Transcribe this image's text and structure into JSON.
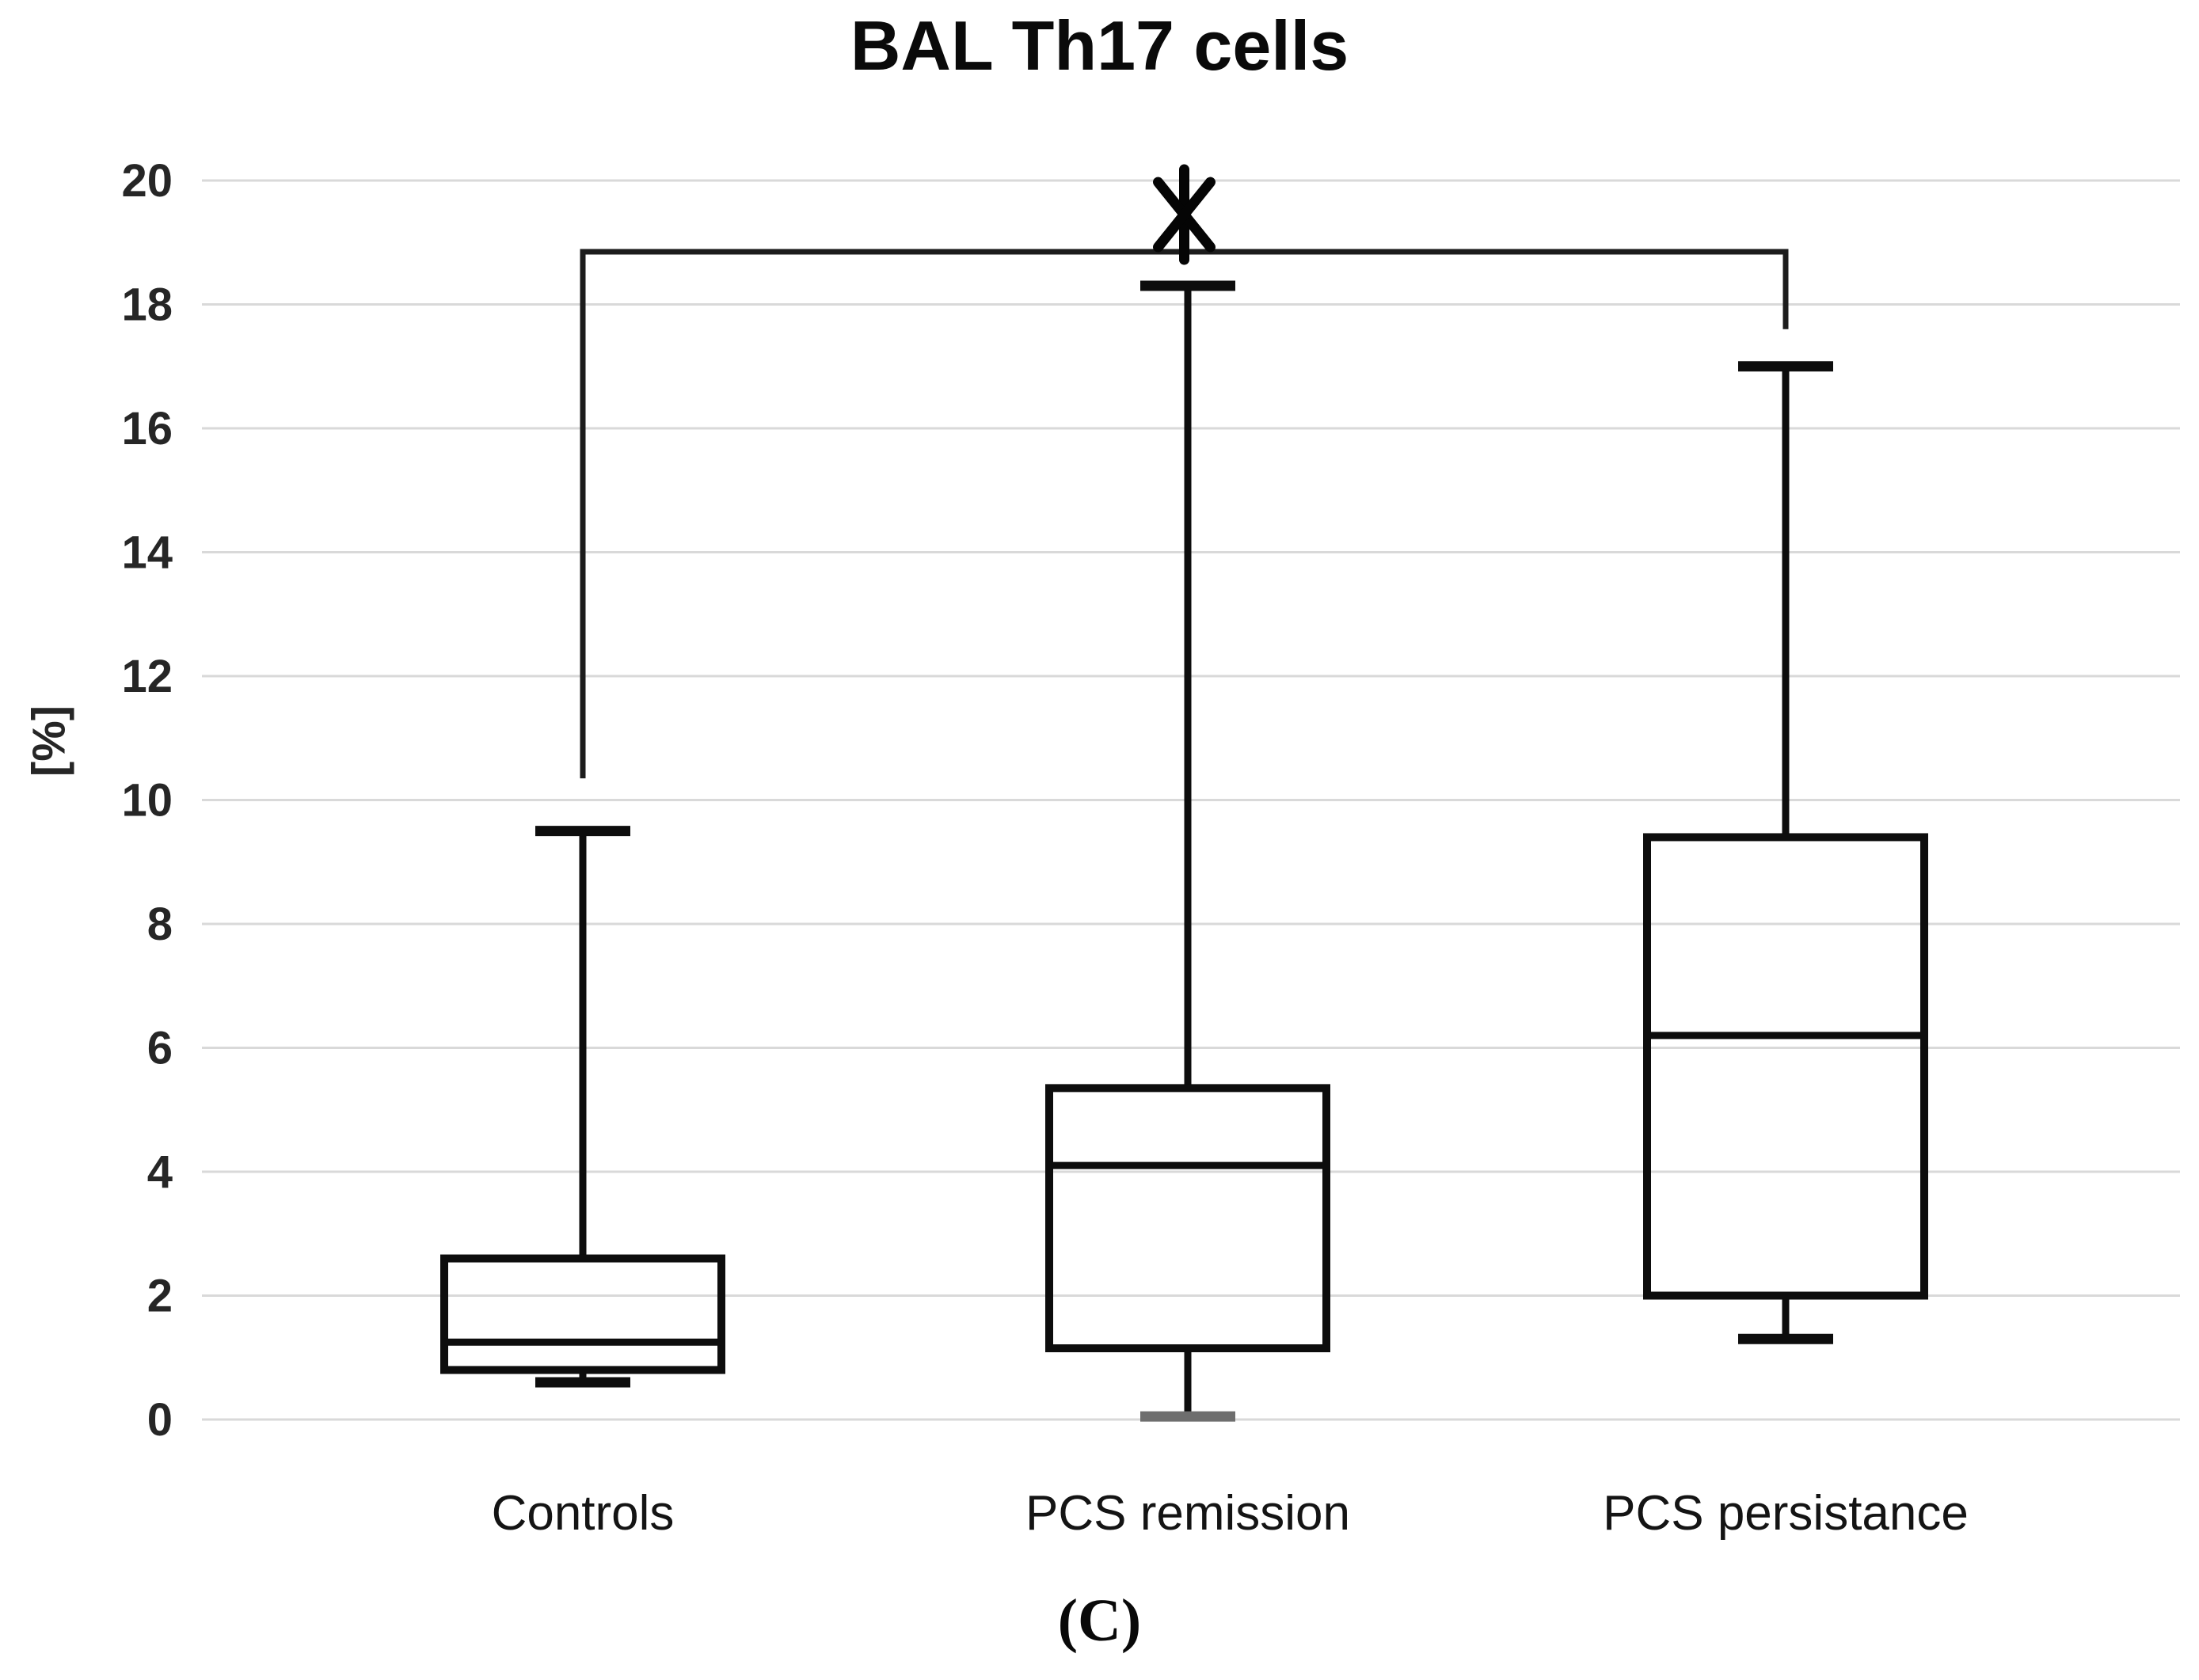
{
  "title": "BAL Th17 cells",
  "y_axis": {
    "label": "[%]",
    "ticks": [
      0,
      2,
      4,
      6,
      8,
      10,
      12,
      14,
      16,
      18,
      20
    ]
  },
  "categories": [
    "Controls",
    "PCS remission",
    "PCS persistance"
  ],
  "caption": "(C)",
  "chart_data": {
    "type": "boxplot",
    "title": "BAL Th17 cells",
    "xlabel": "",
    "ylabel": "[%]",
    "ylim": [
      0,
      20
    ],
    "ytick_step": 2,
    "grid": true,
    "categories": [
      "Controls",
      "PCS remission",
      "PCS persistance"
    ],
    "series": [
      {
        "name": "Controls",
        "whisker_low": 0.6,
        "q1": 0.8,
        "median": 1.25,
        "q3": 2.6,
        "whisker_high": 9.5
      },
      {
        "name": "PCS remission",
        "whisker_low": 0.05,
        "q1": 1.15,
        "median": 4.1,
        "q3": 5.35,
        "whisker_high": 18.3
      },
      {
        "name": "PCS persistance",
        "whisker_low": 1.3,
        "q1": 2.0,
        "median": 6.2,
        "q3": 9.4,
        "whisker_high": 17.0
      }
    ],
    "significance": {
      "symbol": "*",
      "from": "Controls",
      "to": "PCS persistance",
      "bar_y": 18.85,
      "left_tip_y": 10.35,
      "right_tip_y": 17.6,
      "symbol_y": 19.45
    }
  },
  "colors": {
    "background": "#ffffff",
    "gridline": "#d9d9d9",
    "box_stroke": "#0d0d0d",
    "tick_label": "#262626",
    "category_label": "#141414",
    "remission_low_cap": "#6e6e6e"
  }
}
